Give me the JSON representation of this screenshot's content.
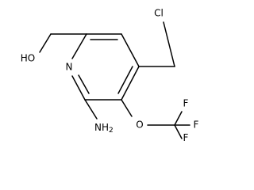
{
  "molecule": {
    "atoms": {
      "hydroxyl": "HO",
      "ring_nitrogen": "N",
      "chlorine": "Cl",
      "ether_oxygen": "O",
      "fluorine_1": "F",
      "fluorine_2": "F",
      "fluorine_3": "F",
      "amino": "NH",
      "amino_subscript": "2"
    }
  }
}
